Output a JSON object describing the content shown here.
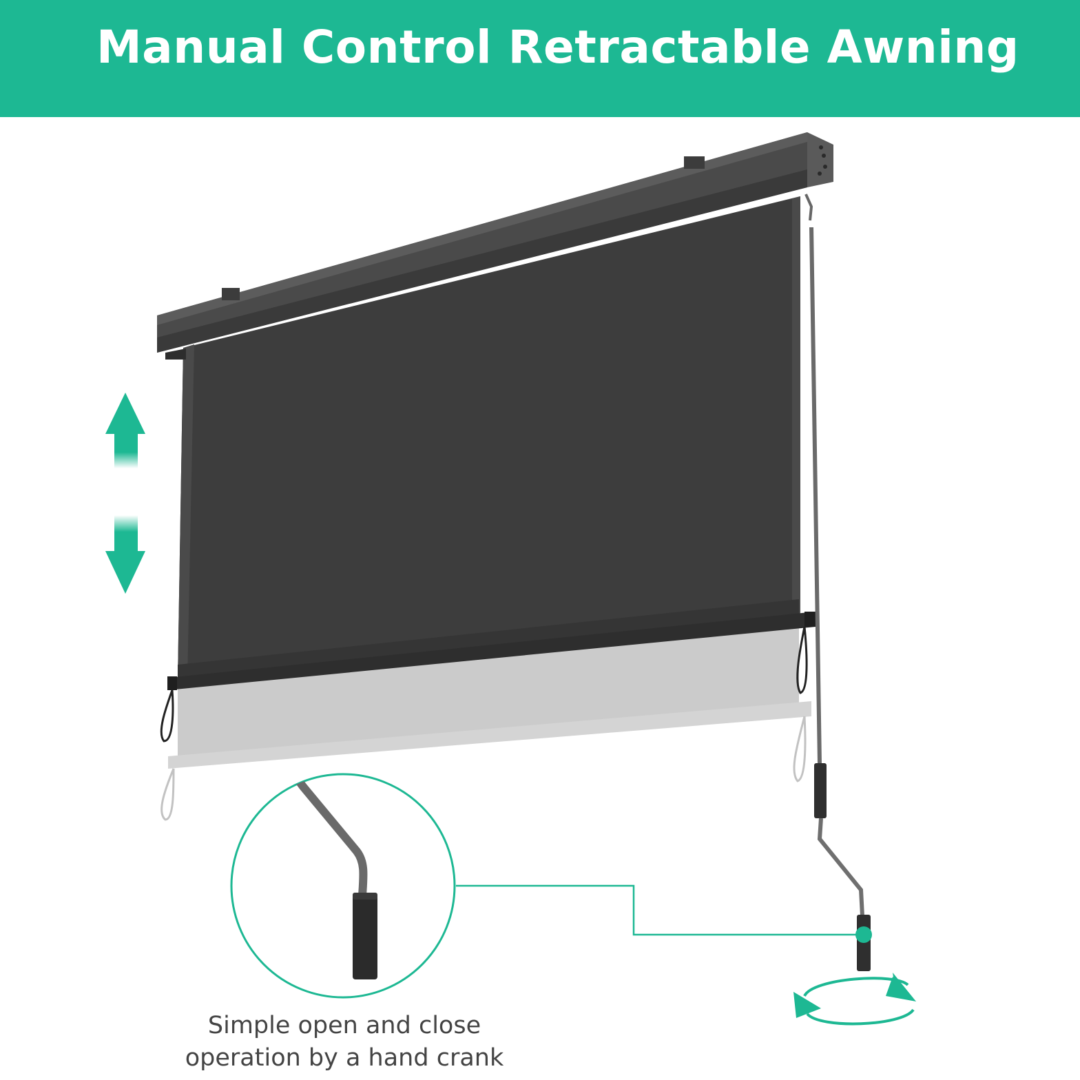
{
  "header": {
    "title": "Manual Control Retractable Awning"
  },
  "caption": {
    "line1": "Simple open and close",
    "line2": "operation by a hand crank"
  },
  "colors": {
    "accent": "#1db893",
    "fabric": "#3d3d3d",
    "housing": "#4a4a4a"
  },
  "icons": {
    "updown": "up-down-arrow-icon",
    "rotate": "rotate-arrows-icon"
  }
}
